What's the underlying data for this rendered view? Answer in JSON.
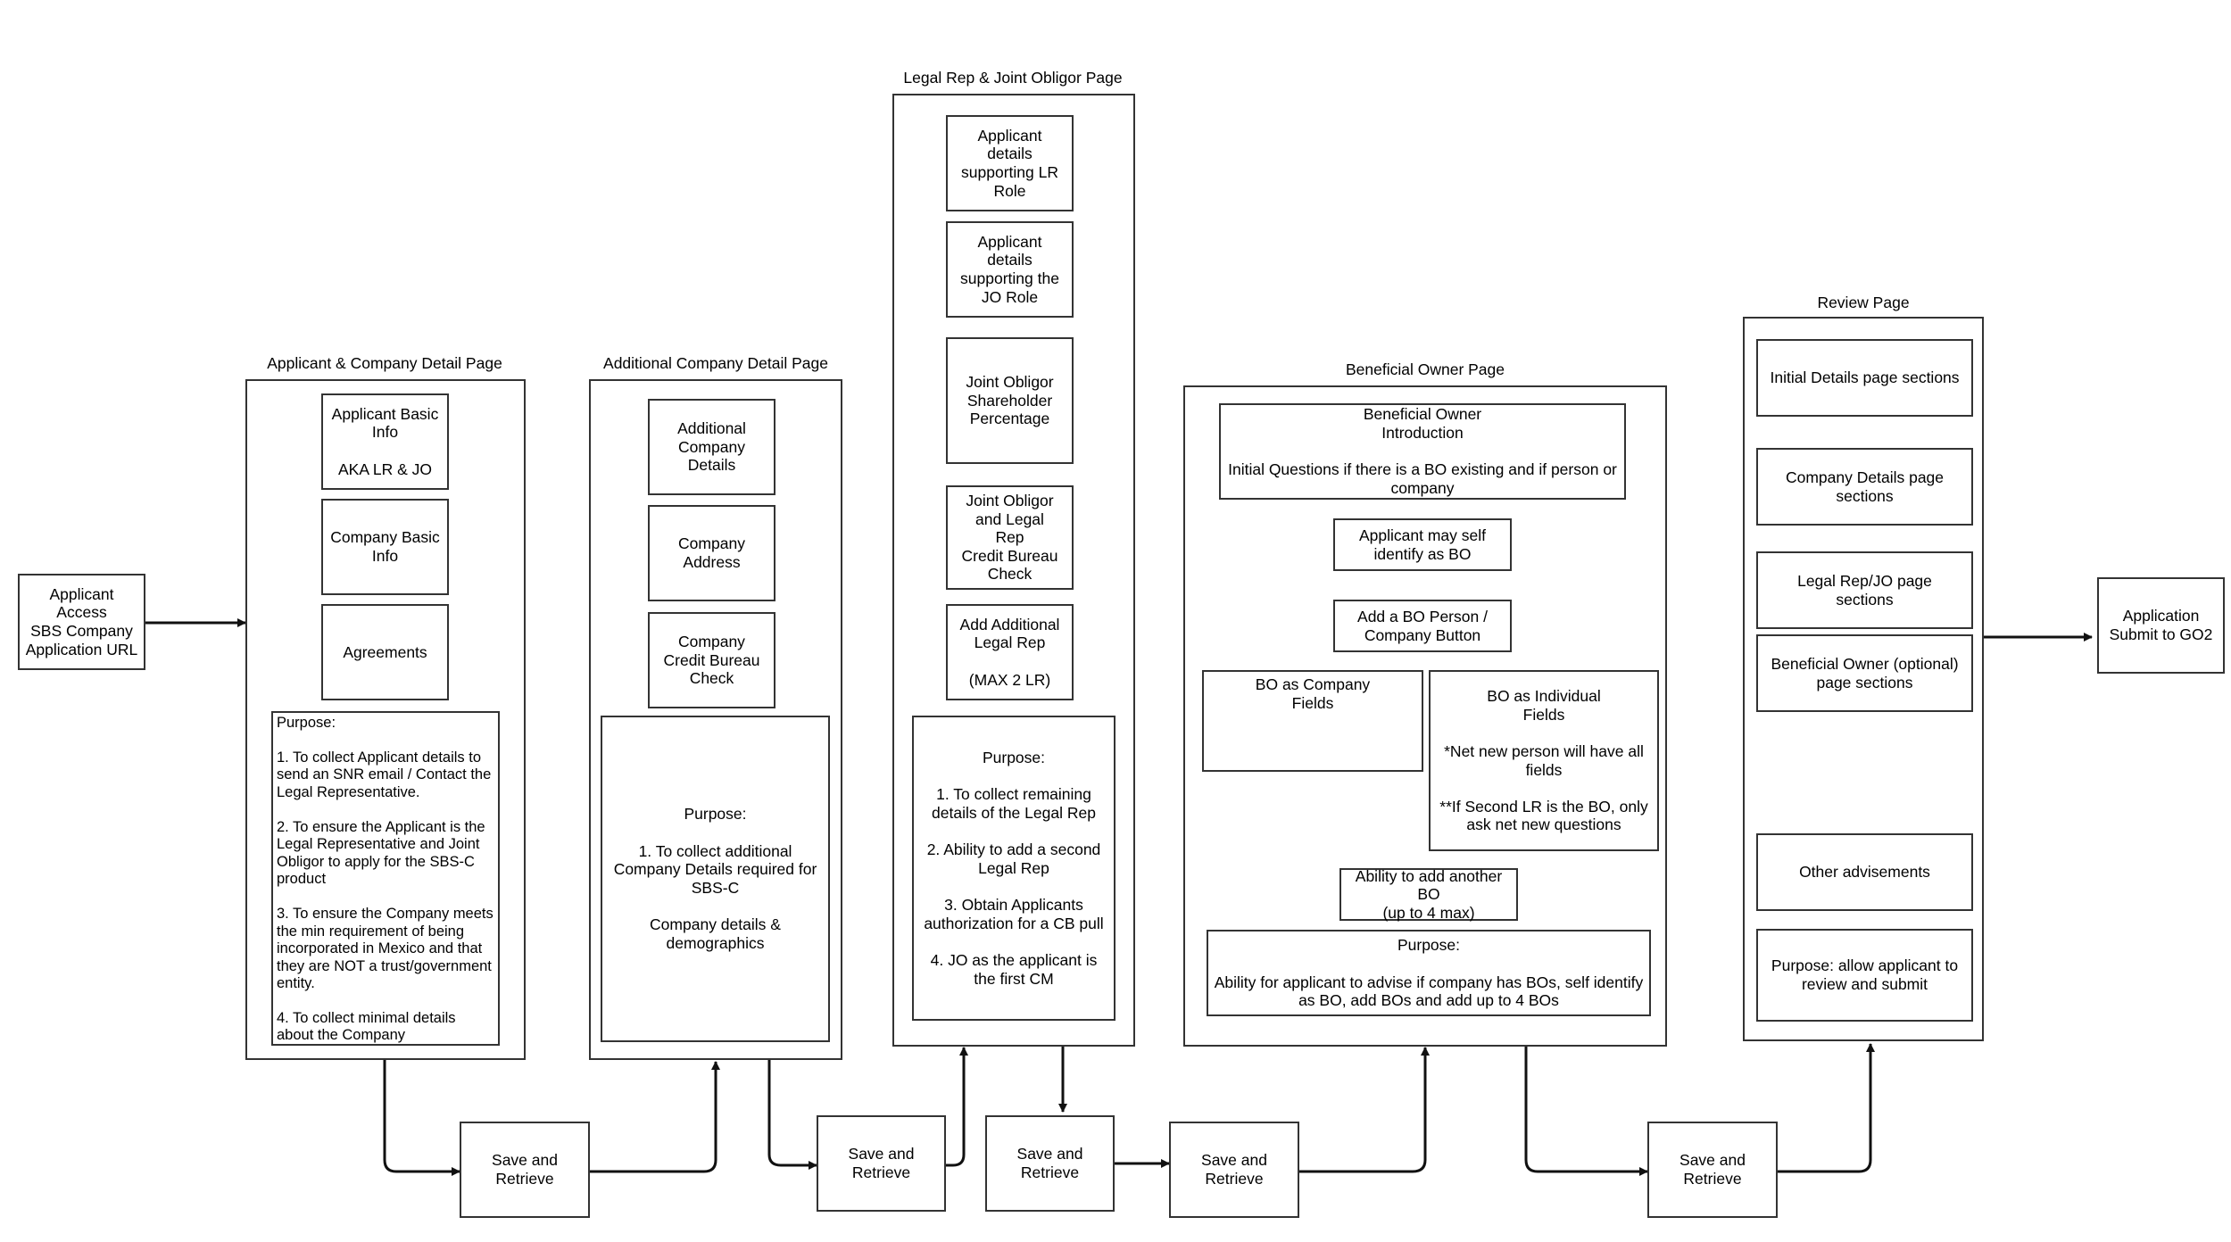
{
  "entry": {
    "label": "Applicant Access\nSBS Company\nApplication URL"
  },
  "pages": {
    "applicant_company": {
      "title": "Applicant & Company Detail Page",
      "boxes": {
        "basic_info": "Applicant Basic\nInfo\n\nAKA LR & JO",
        "company_info": "Company Basic\nInfo",
        "agreements": "Agreements"
      },
      "purpose": "Purpose:\n\n1. To collect Applicant details to send an SNR email / Contact the Legal Representative.\n\n2. To ensure the Applicant is the Legal Representative and Joint Obligor to apply for the SBS-C product\n\n3. To ensure the Company meets the min requirement of being incorporated in Mexico and that they are NOT a trust/government entity.\n\n4. To collect minimal details about the Company"
    },
    "additional_company": {
      "title": "Additional Company Detail Page",
      "boxes": {
        "details": "Additional\nCompany\nDetails",
        "address": "Company\nAddress",
        "credit": "Company\nCredit Bureau\nCheck"
      },
      "purpose": "Purpose:\n\n1. To collect additional Company Details required for SBS-C\n\nCompany details &\ndemographics"
    },
    "legal_rep": {
      "title": "Legal Rep & Joint Obligor Page",
      "boxes": {
        "lr_role": "Applicant\ndetails\nsupporting LR\nRole",
        "jo_role": "Applicant\ndetails\nsupporting the\nJO Role",
        "shareholder": "Joint Obligor\nShareholder\nPercentage",
        "cb_check": "Joint Obligor\nand Legal\nRep\nCredit Bureau\nCheck",
        "add_lr": "Add Additional\nLegal Rep\n\n(MAX 2 LR)"
      },
      "purpose": "Purpose:\n\n1. To collect remaining details of the Legal Rep\n\n2. Ability to add a second Legal Rep\n\n3. Obtain Applicants authorization for a CB pull\n\n4. JO as the applicant is the first CM"
    },
    "beneficial_owner": {
      "title": "Beneficial Owner Page",
      "boxes": {
        "intro": "Beneficial Owner\nIntroduction\n\nInitial Questions if there is a BO existing and if person or company",
        "self_identify": "Applicant may self\nidentify as BO",
        "add_button": "Add a BO Person /\nCompany Button",
        "company_fields": "BO as Company\nFields",
        "individual_fields": "BO as Individual\nFields\n\n*Net new person will have all fields\n\n**If Second LR is the BO, only ask net new questions",
        "add_another": "Ability to add another BO\n(up to 4 max)"
      },
      "purpose": "Purpose:\n\nAbility for applicant to advise if company has BOs, self identify as BO, add BOs and add up to 4 BOs"
    },
    "review": {
      "title": "Review Page",
      "boxes": {
        "initial": "Initial Details page sections",
        "company": "Company Details page\nsections",
        "legal": "Legal Rep/JO page\nsections",
        "bo": "Beneficial Owner (optional)\npage sections",
        "other": "Other advisements",
        "purpose": "Purpose: allow applicant to\nreview and submit"
      }
    }
  },
  "save_retrieve": [
    "Save and\nRetrieve",
    "Save and\nRetrieve",
    "Save and\nRetrieve",
    "Save and\nRetrieve",
    "Save and\nRetrieve"
  ],
  "submit": {
    "label": "Application\nSubmit to GO2"
  }
}
